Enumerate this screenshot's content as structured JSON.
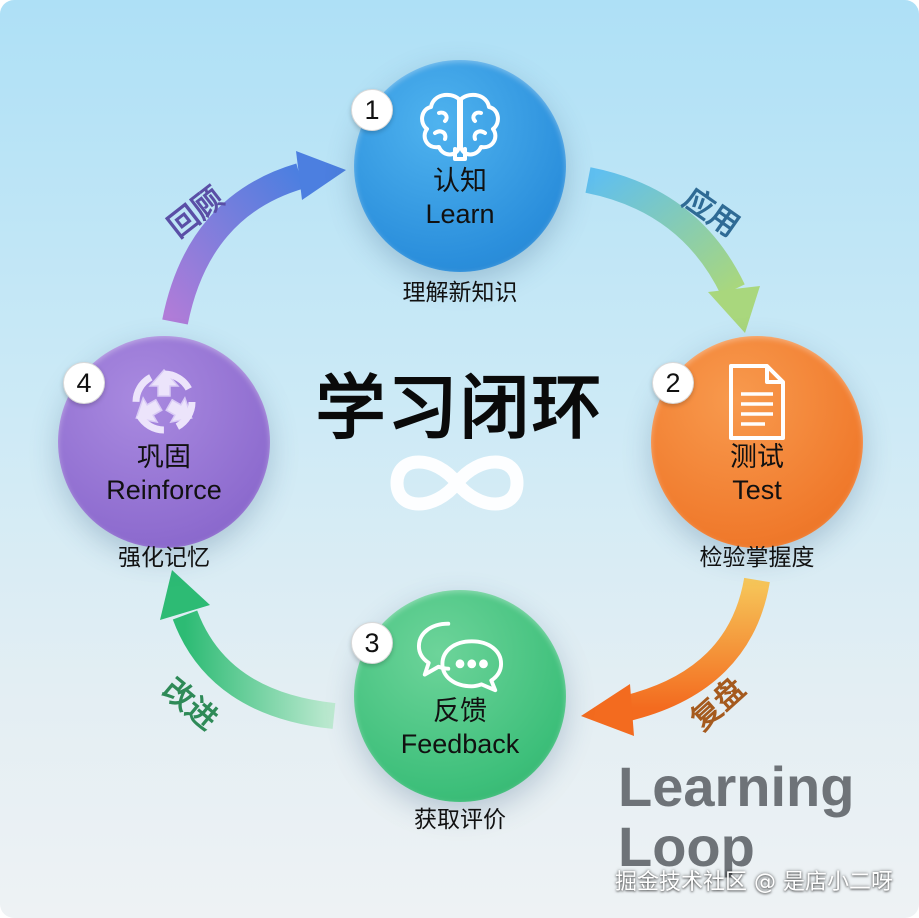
{
  "title": "学习闭环",
  "loop_text": [
    "Learning",
    "Loop"
  ],
  "watermark": "掘金技术社区 @ 是店小二呀",
  "nodes": [
    {
      "number": "1",
      "title_zh": "认知",
      "title_en": "Learn",
      "subtitle": "理解新知识",
      "icon": "brain-icon",
      "color": "#2f93de"
    },
    {
      "number": "2",
      "title_zh": "测试",
      "title_en": "Test",
      "subtitle": "检验掌握度",
      "icon": "document-icon",
      "color": "#f07a2c"
    },
    {
      "number": "3",
      "title_zh": "反馈",
      "title_en": "Feedback",
      "subtitle": "获取评价",
      "icon": "chat-bubbles-icon",
      "color": "#3dbf7a"
    },
    {
      "number": "4",
      "title_zh": "巩固",
      "title_en": "Reinforce",
      "subtitle": "强化记忆",
      "icon": "recycle-icon",
      "color": "#8e6ccf"
    }
  ],
  "transitions": [
    {
      "label": "应用",
      "color": "#2f6b95"
    },
    {
      "label": "复盘",
      "color": "#a55a1e"
    },
    {
      "label": "改进",
      "color": "#2e8a57"
    },
    {
      "label": "回顾",
      "color": "#5a4fa6"
    }
  ]
}
